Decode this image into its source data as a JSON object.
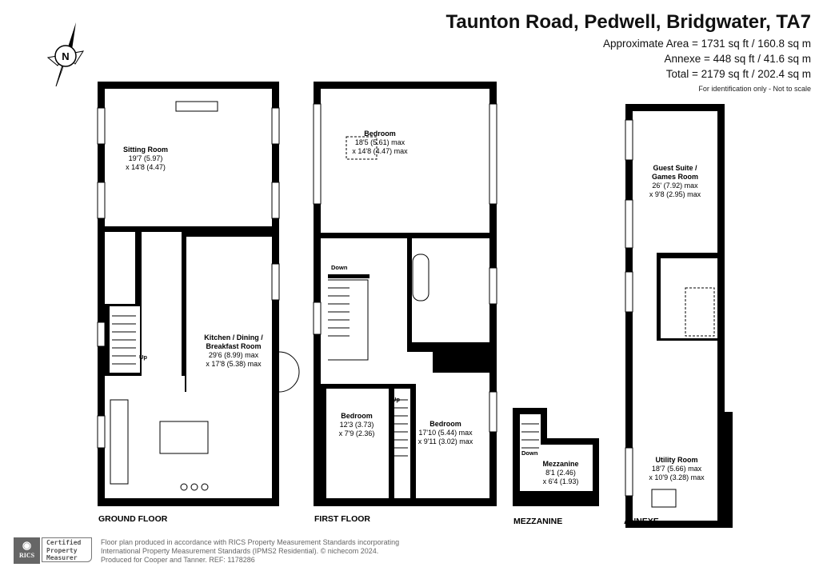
{
  "header": {
    "title": "Taunton Road, Pedwell, Bridgwater, TA7",
    "approx_area": "Approximate Area = 1731 sq ft / 160.8 sq m",
    "annexe_area": "Annexe = 448 sq ft / 41.6 sq m",
    "total_area": "Total = 2179 sq ft / 202.4 sq m",
    "note": "For identification only - Not to scale"
  },
  "compass": {
    "label": "N"
  },
  "floors": {
    "ground": {
      "label": "GROUND FLOOR",
      "sitting": {
        "name": "Sitting Room",
        "dim1": "19'7 (5.97)",
        "dim2": "x 14'8 (4.47)"
      },
      "kitchen": {
        "name1": "Kitchen / Dining /",
        "name2": "Breakfast Room",
        "dim1": "29'6 (8.99) max",
        "dim2": "x 17'8 (5.38) max"
      },
      "stairs": "Up"
    },
    "first": {
      "label": "FIRST FLOOR",
      "bedroom1": {
        "name": "Bedroom",
        "dim1": "18'5 (5.61) max",
        "dim2": "x 14'8 (4.47) max"
      },
      "bedroom2": {
        "name": "Bedroom",
        "dim1": "12'3 (3.73)",
        "dim2": "x 7'9 (2.36)"
      },
      "bedroom3": {
        "name": "Bedroom",
        "dim1": "17'10 (5.44) max",
        "dim2": "x 9'11 (3.02) max"
      },
      "stairs_down": "Down",
      "stairs_up": "Up"
    },
    "mezzanine": {
      "label": "MEZZANINE",
      "room": {
        "name": "Mezzanine",
        "dim1": "8'1 (2.46)",
        "dim2": "x 6'4 (1.93)"
      },
      "stairs": "Down"
    },
    "annexe": {
      "label": "ANNEXE",
      "guest": {
        "name1": "Guest Suite /",
        "name2": "Games Room",
        "dim1": "26' (7.92) max",
        "dim2": "x 9'8 (2.95) max"
      },
      "utility": {
        "name": "Utility Room",
        "dim1": "18'7 (5.66) max",
        "dim2": "x 10'9 (3.28) max"
      }
    }
  },
  "footer": {
    "line1": "Floor plan produced in accordance with RICS Property Measurement Standards incorporating",
    "line2": "International Property Measurement Standards (IPMS2 Residential).  © nichecom 2024.",
    "line3": "Produced for Cooper and Tanner.   REF: 1178286",
    "badge_org": "RICS",
    "badge_1": "Certified",
    "badge_2": "Property",
    "badge_3": "Measurer"
  }
}
